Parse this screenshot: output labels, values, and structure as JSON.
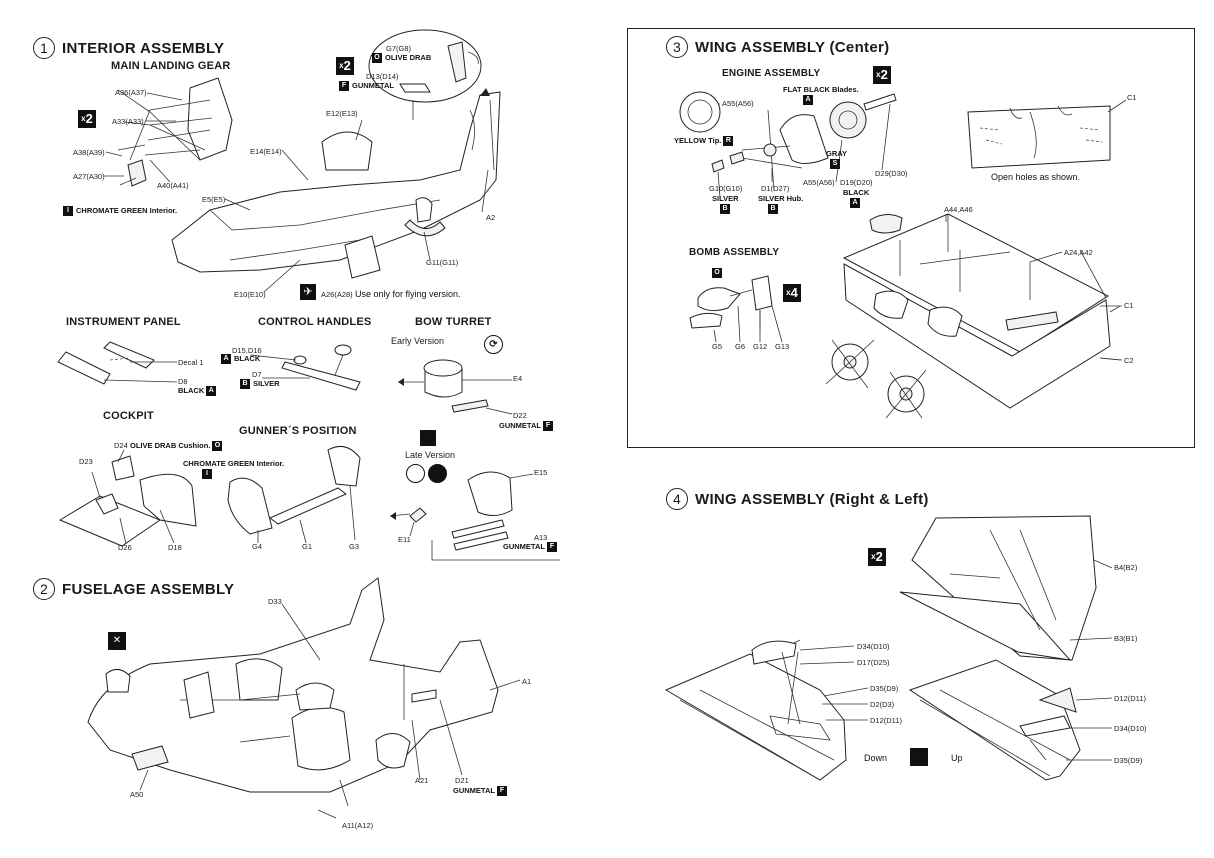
{
  "sections": {
    "s1": {
      "num": "1",
      "title": "INTERIOR ASSEMBLY"
    },
    "s2": {
      "num": "2",
      "title": "FUSELAGE ASSEMBLY"
    },
    "s3": {
      "num": "3",
      "title": "WING ASSEMBLY (Center)"
    },
    "s4": {
      "num": "4",
      "title": "WING ASSEMBLY (Right & Left)"
    }
  },
  "s1": {
    "main_landing_gear": "MAIN LANDING GEAR",
    "qty_gear": "2",
    "qty_inset": "2",
    "gear_parts": [
      "A36(A37)",
      "A33(A33)",
      "A38(A39)",
      "A27(A30)",
      "A40(A41)"
    ],
    "gear_note": "CHROMATE GREEN Interior.",
    "gear_note_badge": "I",
    "inset_part": "G7(G8)",
    "inset_olive": "OLIVE DRAB",
    "inset_olive_badge": "O",
    "inset_part2": "D13(D14)",
    "inset_gun": "GUNMETAL",
    "inset_gun_badge": "F",
    "fus_parts": [
      "E12(E13)",
      "E14(E14)",
      "E5(E5)",
      "E10(E10)",
      "A2",
      "G11(G11)"
    ],
    "flying_part": "A26(A28)",
    "flying_note": "Use only for flying version.",
    "instrument_panel": "INSTRUMENT PANEL",
    "decal": "Decal 1",
    "d8": "D8",
    "d8_color": "BLACK",
    "d8_badge": "A",
    "control_handles": "CONTROL HANDLES",
    "d15": "D15,D16",
    "d15_color": "BLACK",
    "d15_badge": "A",
    "d7": "D7",
    "d7_color": "SILVER",
    "d7_badge": "B",
    "bow_turret": "BOW TURRET",
    "early_version": "Early Version",
    "e4": "E4",
    "d22": "D22",
    "d22_color": "GUNMETAL",
    "d22_badge": "F",
    "late_version": "Late Version",
    "e15": "E15",
    "e11": "E11",
    "a13": "A13",
    "a13_color": "GUNMETAL",
    "a13_badge": "F",
    "cockpit": "COCKPIT",
    "d24": "D24",
    "d24_note": "OLIVE DRAB Cushion.",
    "d24_badge": "O",
    "d23": "D23",
    "chromate": "CHROMATE GREEN Interior.",
    "chromate_badge": "I",
    "d26": "D26",
    "d18": "D18",
    "gunners_position": "GUNNER´S POSITION",
    "g4": "G4",
    "g1": "G1",
    "g3": "G3"
  },
  "s2": {
    "parts": [
      "D33",
      "A1",
      "A50",
      "A21",
      "D21",
      "A11(A12)"
    ],
    "d21_color": "GUNMETAL",
    "d21_badge": "F"
  },
  "s3": {
    "engine_assembly": "ENGINE ASSEMBLY",
    "qty_engine": "2",
    "a55_top": "A55(A56)",
    "flat_black": "FLAT BLACK Blades.",
    "flat_black_badge": "A",
    "yellow_tip": "YELLOW Tip.",
    "yellow_badge": "R",
    "gray": "GRAY",
    "gray_badge": "S",
    "g10": "G10(G10)",
    "g10_color": "SILVER",
    "g10_badge": "B",
    "d1": "D1(D27)",
    "d1_color": "SILVER Hub.",
    "d1_badge": "B",
    "a55_bottom": "A55(A56)",
    "d19": "D19(D20)",
    "d19_color": "BLACK",
    "d19_badge": "A",
    "d29": "D29(D30)",
    "c1_top": "C1",
    "open_holes": "Open holes as shown.",
    "bomb_assembly": "BOMB ASSEMBLY",
    "bomb_badge": "O",
    "qty_bomb": "4",
    "bomb_parts": [
      "G5",
      "G6",
      "G12",
      "G13"
    ],
    "a44": "A44,A46",
    "a24": "A24,A42",
    "c1": "C1",
    "c2": "C2"
  },
  "s4": {
    "qty": "2",
    "b4": "B4(B2)",
    "b3": "B3(B1)",
    "left_parts": [
      "D34(D10)",
      "D17(D25)",
      "D35(D9)",
      "D2(D3)",
      "D12(D11)"
    ],
    "right_parts": [
      "D12(D11)",
      "D34(D10)",
      "D35(D9)"
    ],
    "down": "Down",
    "up": "Up"
  }
}
